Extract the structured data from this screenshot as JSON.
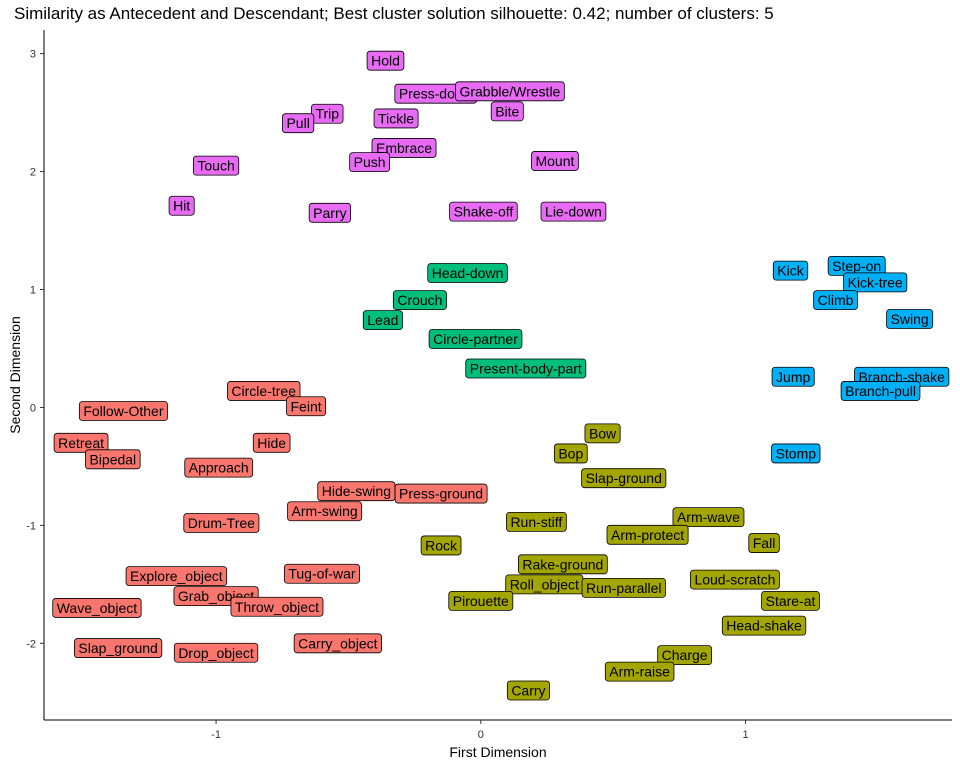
{
  "chart_data": {
    "type": "scatter",
    "title": "Similarity as Antecedent and Descendant; Best cluster solution silhouette: 0.42; number of clusters: 5",
    "xlabel": "First Dimension",
    "ylabel": "Second Dimension",
    "xlim": [
      -1.65,
      1.78
    ],
    "ylim": [
      -2.65,
      3.2
    ],
    "x_ticks": [
      -1,
      0,
      1
    ],
    "y_ticks": [
      -2,
      -1,
      0,
      1,
      2,
      3
    ],
    "grid": false,
    "legend": "none",
    "cluster_colors": [
      "#F8766D",
      "#A3A500",
      "#00BF7D",
      "#00B0F6",
      "#E76BF3"
    ],
    "points": [
      {
        "label": "Hold",
        "x": -0.36,
        "y": 2.94,
        "cluster": 5
      },
      {
        "label": "Press-down",
        "x": -0.17,
        "y": 2.66,
        "cluster": 5
      },
      {
        "label": "Grabble/Wrestle",
        "x": 0.11,
        "y": 2.68,
        "cluster": 5
      },
      {
        "label": "Trip",
        "x": -0.58,
        "y": 2.49,
        "cluster": 5
      },
      {
        "label": "Pull",
        "x": -0.69,
        "y": 2.41,
        "cluster": 5
      },
      {
        "label": "Tickle",
        "x": -0.32,
        "y": 2.45,
        "cluster": 5
      },
      {
        "label": "Bite",
        "x": 0.1,
        "y": 2.51,
        "cluster": 5
      },
      {
        "label": "Embrace",
        "x": -0.29,
        "y": 2.2,
        "cluster": 5
      },
      {
        "label": "Push",
        "x": -0.42,
        "y": 2.08,
        "cluster": 5
      },
      {
        "label": "Mount",
        "x": 0.28,
        "y": 2.09,
        "cluster": 5
      },
      {
        "label": "Touch",
        "x": -1.0,
        "y": 2.05,
        "cluster": 5
      },
      {
        "label": "Hit",
        "x": -1.13,
        "y": 1.71,
        "cluster": 5
      },
      {
        "label": "Parry",
        "x": -0.57,
        "y": 1.65,
        "cluster": 5
      },
      {
        "label": "Shake-off",
        "x": 0.01,
        "y": 1.66,
        "cluster": 5
      },
      {
        "label": "Lie-down",
        "x": 0.35,
        "y": 1.66,
        "cluster": 5
      },
      {
        "label": "Head-down",
        "x": -0.05,
        "y": 1.14,
        "cluster": 3
      },
      {
        "label": "Crouch",
        "x": -0.23,
        "y": 0.91,
        "cluster": 3
      },
      {
        "label": "Lead",
        "x": -0.37,
        "y": 0.74,
        "cluster": 3
      },
      {
        "label": "Circle-partner",
        "x": -0.02,
        "y": 0.58,
        "cluster": 3
      },
      {
        "label": "Present-body-part",
        "x": 0.17,
        "y": 0.33,
        "cluster": 3
      },
      {
        "label": "Kick",
        "x": 1.17,
        "y": 1.16,
        "cluster": 4
      },
      {
        "label": "Step-on",
        "x": 1.42,
        "y": 1.2,
        "cluster": 4
      },
      {
        "label": "Kick-tree",
        "x": 1.49,
        "y": 1.06,
        "cluster": 4
      },
      {
        "label": "Climb",
        "x": 1.34,
        "y": 0.91,
        "cluster": 4
      },
      {
        "label": "Swing",
        "x": 1.62,
        "y": 0.75,
        "cluster": 4
      },
      {
        "label": "Jump",
        "x": 1.18,
        "y": 0.26,
        "cluster": 4
      },
      {
        "label": "Branch-shake",
        "x": 1.59,
        "y": 0.26,
        "cluster": 4
      },
      {
        "label": "Branch-pull",
        "x": 1.51,
        "y": 0.14,
        "cluster": 4
      },
      {
        "label": "Stomp",
        "x": 1.19,
        "y": -0.39,
        "cluster": 4
      },
      {
        "label": "Bow",
        "x": 0.46,
        "y": -0.22,
        "cluster": 2
      },
      {
        "label": "Bop",
        "x": 0.34,
        "y": -0.39,
        "cluster": 2
      },
      {
        "label": "Slap-ground",
        "x": 0.54,
        "y": -0.6,
        "cluster": 2
      },
      {
        "label": "Arm-wave",
        "x": 0.86,
        "y": -0.93,
        "cluster": 2
      },
      {
        "label": "Run-stiff",
        "x": 0.21,
        "y": -0.97,
        "cluster": 2
      },
      {
        "label": "Arm-protect",
        "x": 0.63,
        "y": -1.08,
        "cluster": 2
      },
      {
        "label": "Fall",
        "x": 1.07,
        "y": -1.15,
        "cluster": 2
      },
      {
        "label": "Rock",
        "x": -0.15,
        "y": -1.17,
        "cluster": 2
      },
      {
        "label": "Rake-ground",
        "x": 0.31,
        "y": -1.33,
        "cluster": 2
      },
      {
        "label": "Loud-scratch",
        "x": 0.96,
        "y": -1.46,
        "cluster": 2
      },
      {
        "label": "Roll_object",
        "x": 0.24,
        "y": -1.5,
        "cluster": 2
      },
      {
        "label": "Run-parallel",
        "x": 0.54,
        "y": -1.53,
        "cluster": 2
      },
      {
        "label": "Pirouette",
        "x": 0.0,
        "y": -1.64,
        "cluster": 2
      },
      {
        "label": "Stare-at",
        "x": 1.17,
        "y": -1.64,
        "cluster": 2
      },
      {
        "label": "Head-shake",
        "x": 1.07,
        "y": -1.85,
        "cluster": 2
      },
      {
        "label": "Charge",
        "x": 0.77,
        "y": -2.1,
        "cluster": 2
      },
      {
        "label": "Arm-raise",
        "x": 0.6,
        "y": -2.24,
        "cluster": 2
      },
      {
        "label": "Carry",
        "x": 0.18,
        "y": -2.4,
        "cluster": 2
      },
      {
        "label": "Circle-tree",
        "x": -0.82,
        "y": 0.14,
        "cluster": 1
      },
      {
        "label": "Feint",
        "x": -0.66,
        "y": 0.01,
        "cluster": 1
      },
      {
        "label": "Follow-Other",
        "x": -1.35,
        "y": -0.03,
        "cluster": 1
      },
      {
        "label": "Retreat",
        "x": -1.51,
        "y": -0.3,
        "cluster": 1
      },
      {
        "label": "Hide",
        "x": -0.79,
        "y": -0.3,
        "cluster": 1
      },
      {
        "label": "Bipedal",
        "x": -1.39,
        "y": -0.44,
        "cluster": 1
      },
      {
        "label": "Approach",
        "x": -0.99,
        "y": -0.51,
        "cluster": 1
      },
      {
        "label": "Hide-swing",
        "x": -0.47,
        "y": -0.71,
        "cluster": 1
      },
      {
        "label": "Press-ground",
        "x": -0.15,
        "y": -0.73,
        "cluster": 1
      },
      {
        "label": "Arm-swing",
        "x": -0.59,
        "y": -0.88,
        "cluster": 1
      },
      {
        "label": "Drum-Tree",
        "x": -0.98,
        "y": -0.98,
        "cluster": 1
      },
      {
        "label": "Explore_object",
        "x": -1.15,
        "y": -1.43,
        "cluster": 1
      },
      {
        "label": "Tug-of-war",
        "x": -0.6,
        "y": -1.41,
        "cluster": 1
      },
      {
        "label": "Grab_object",
        "x": -1.0,
        "y": -1.6,
        "cluster": 1
      },
      {
        "label": "Throw_object",
        "x": -0.77,
        "y": -1.69,
        "cluster": 1
      },
      {
        "label": "Wave_object",
        "x": -1.45,
        "y": -1.7,
        "cluster": 1
      },
      {
        "label": "Carry_object",
        "x": -0.54,
        "y": -2.0,
        "cluster": 1
      },
      {
        "label": "Slap_ground",
        "x": -1.37,
        "y": -2.04,
        "cluster": 1
      },
      {
        "label": "Drop_object",
        "x": -1.0,
        "y": -2.08,
        "cluster": 1
      }
    ]
  }
}
